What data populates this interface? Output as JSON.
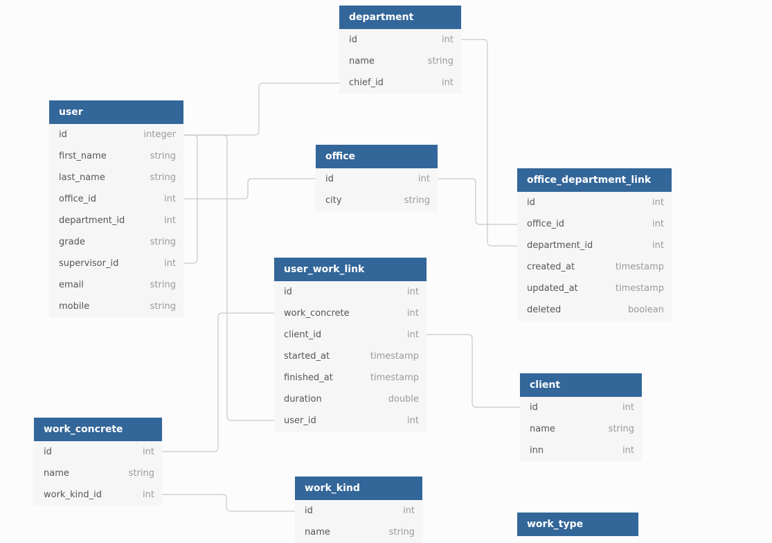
{
  "colors": {
    "header": "#336699",
    "connector": "#c8c8c8"
  },
  "tables": [
    {
      "id": "department",
      "name": "department",
      "fields": [
        {
          "name": "id",
          "type": "int"
        },
        {
          "name": "name",
          "type": "string"
        },
        {
          "name": "chief_id",
          "type": "int"
        }
      ]
    },
    {
      "id": "user",
      "name": "user",
      "fields": [
        {
          "name": "id",
          "type": "integer"
        },
        {
          "name": "first_name",
          "type": "string"
        },
        {
          "name": "last_name",
          "type": "string"
        },
        {
          "name": "office_id",
          "type": "int"
        },
        {
          "name": "department_id",
          "type": "int"
        },
        {
          "name": "grade",
          "type": "string"
        },
        {
          "name": "supervisor_id",
          "type": "int"
        },
        {
          "name": "email",
          "type": "string"
        },
        {
          "name": "mobile",
          "type": "string"
        }
      ]
    },
    {
      "id": "office",
      "name": "office",
      "fields": [
        {
          "name": "id",
          "type": "int"
        },
        {
          "name": "city",
          "type": "string"
        }
      ]
    },
    {
      "id": "office_department_link",
      "name": "office_department_link",
      "fields": [
        {
          "name": "id",
          "type": "int"
        },
        {
          "name": "office_id",
          "type": "int"
        },
        {
          "name": "department_id",
          "type": "int"
        },
        {
          "name": "created_at",
          "type": "timestamp"
        },
        {
          "name": "updated_at",
          "type": "timestamp"
        },
        {
          "name": "deleted",
          "type": "boolean"
        }
      ]
    },
    {
      "id": "user_work_link",
      "name": "user_work_link",
      "fields": [
        {
          "name": "id",
          "type": "int"
        },
        {
          "name": "work_concrete",
          "type": "int"
        },
        {
          "name": "client_id",
          "type": "int"
        },
        {
          "name": "started_at",
          "type": "timestamp"
        },
        {
          "name": "finished_at",
          "type": "timestamp"
        },
        {
          "name": "duration",
          "type": "double"
        },
        {
          "name": "user_id",
          "type": "int"
        }
      ]
    },
    {
      "id": "client",
      "name": "client",
      "fields": [
        {
          "name": "id",
          "type": "int"
        },
        {
          "name": "name",
          "type": "string"
        },
        {
          "name": "inn",
          "type": "int"
        }
      ]
    },
    {
      "id": "work_concrete",
      "name": "work_concrete",
      "fields": [
        {
          "name": "id",
          "type": "int"
        },
        {
          "name": "name",
          "type": "string"
        },
        {
          "name": "work_kind_id",
          "type": "int"
        }
      ]
    },
    {
      "id": "work_kind",
      "name": "work_kind",
      "fields": [
        {
          "name": "id",
          "type": "int"
        },
        {
          "name": "name",
          "type": "string"
        }
      ]
    },
    {
      "id": "work_type",
      "name": "work_type",
      "fields": []
    }
  ],
  "relations": [
    {
      "from": "department.chief_id",
      "to": "user.id"
    },
    {
      "from": "user.id",
      "to": "user.supervisor_id"
    },
    {
      "from": "user.office_id",
      "to": "office.id"
    },
    {
      "from": "office.id",
      "to": "office_department_link.office_id"
    },
    {
      "from": "department.id",
      "to": "office_department_link.department_id"
    },
    {
      "from": "user.id",
      "to": "user_work_link.user_id"
    },
    {
      "from": "user_work_link.work_concrete",
      "to": "work_concrete.id"
    },
    {
      "from": "user_work_link.client_id",
      "to": "client.id"
    },
    {
      "from": "work_concrete.work_kind_id",
      "to": "work_kind.id"
    }
  ]
}
